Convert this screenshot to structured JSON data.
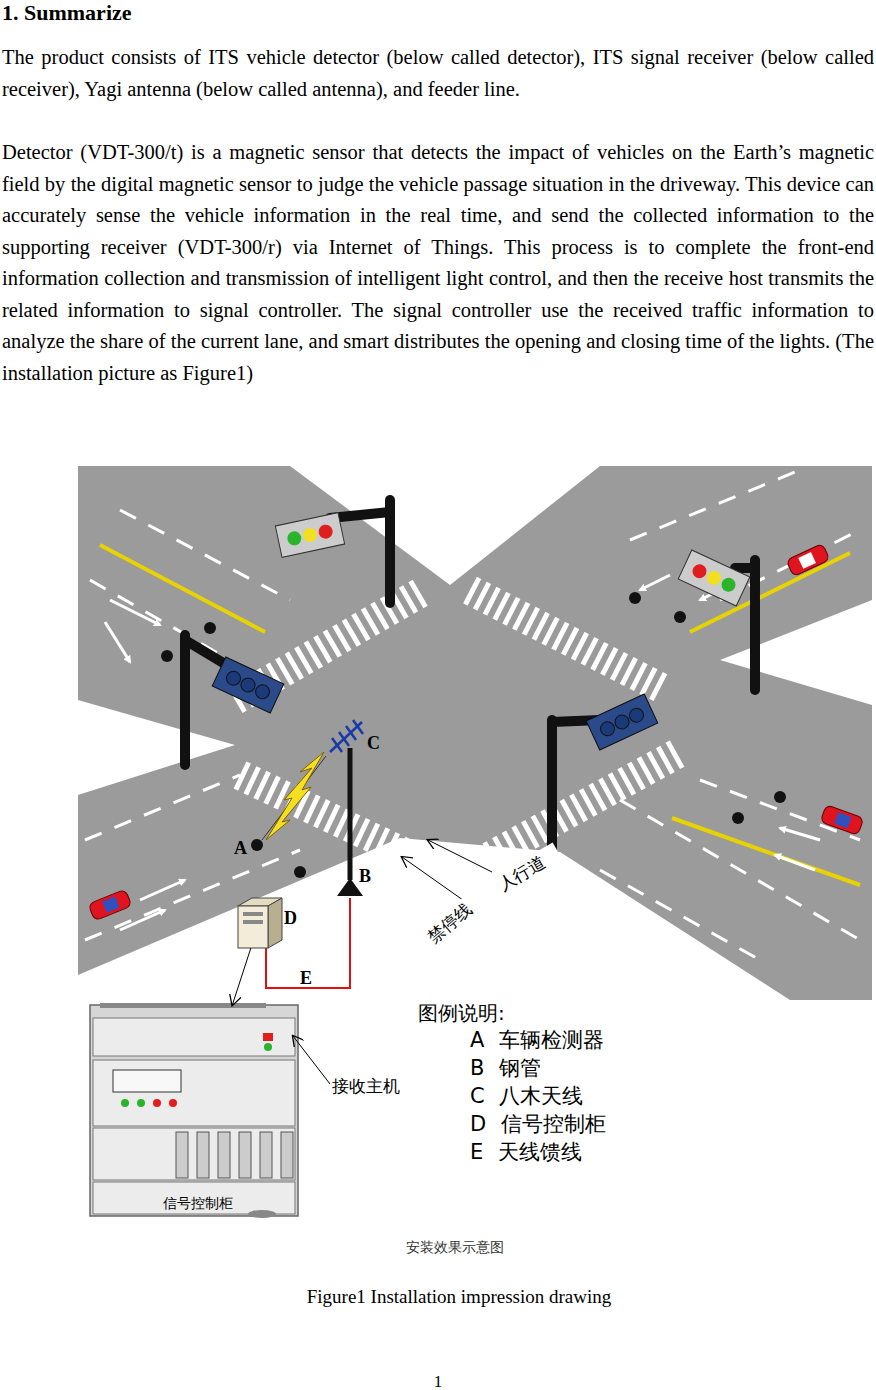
{
  "diagram": {
    "title": "1. Summarize",
    "caption": "Figure1 Installation impression drawing",
    "nodes": [
      {
        "text": [
          "信号控制柜"
        ]
      },
      {
        "text": [
          "D"
        ]
      }
    ],
    "edges": [
      {
        "from": 1,
        "to": 0,
        "arrow": "to"
      }
    ],
    "labels": [
      "The product consists of ITS vehicle detector (below called detector), ITS signal receiver (below called receiver), Yagi antenna (below called antenna), and feeder line.",
      "Detector (VDT-300/t) is a magnetic sensor that detects the impact of vehicles on the Earth’s magnetic field by the digital magnetic sensor to judge the vehicle passage situation in the driveway. This device can accurately sense the vehicle information in the real time, and send the collected information to the supporting receiver (VDT-300/r) via Internet of Things. This process is to complete the front-end information collection and transmission of intelligent light control, and then the receive host transmits the related information to signal controller. The signal controller use the received traffic information to analyze the share of the current lane, and smart distributes the opening and closing time of the lights. (The installation picture as Figure1)",
      "A",
      "B",
      "C",
      "E",
      "人行道",
      "禁停线",
      "图例说明:",
      "A 车辆检测器",
      "B 钢管",
      "C 八木天线",
      "D 信号控制柜",
      "E 天线馈线",
      "接收主机",
      "安装效果示意图",
      "1"
    ]
  }
}
